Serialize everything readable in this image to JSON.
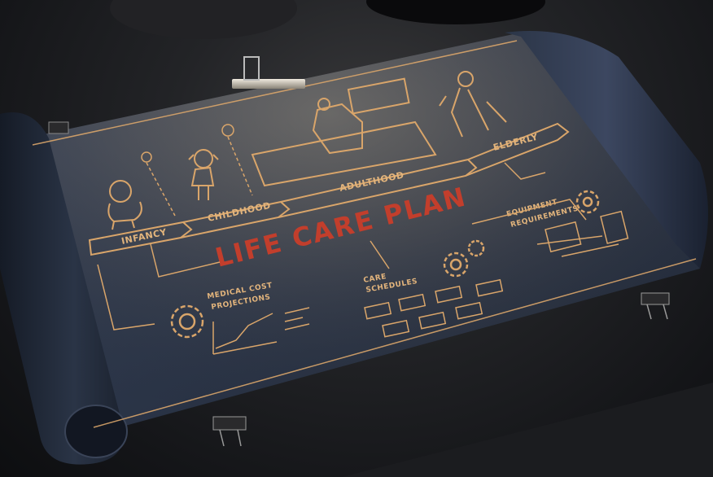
{
  "title": "LIFE CARE PLAN",
  "stages": {
    "infancy": "INFANCY",
    "childhood": "CHILDHOOD",
    "adulthood": "ADULTHOOD",
    "elderly": "ELDERLY"
  },
  "sections": {
    "medical_line1": "MEDICAL COST",
    "medical_line2": "PROJECTIONS",
    "care_line1": "CARE",
    "care_line2": "SCHEDULES",
    "equip_line1": "EQUIPMENT",
    "equip_line2": "REQUIREMENTS"
  },
  "colors": {
    "blueprint": "#2a3447",
    "line": "#d9a56a",
    "title": "#c23e2c"
  }
}
